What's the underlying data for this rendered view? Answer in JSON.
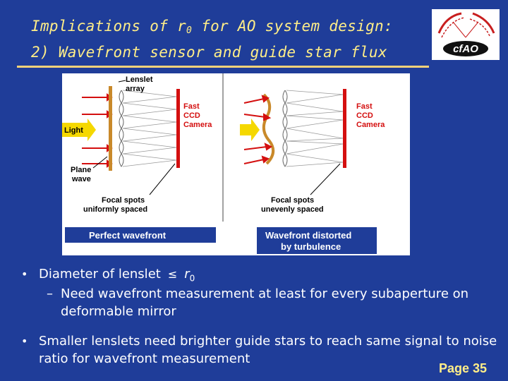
{
  "slide": {
    "title": {
      "line1_before": "Implications of ",
      "line1_symbol": "r",
      "line1_subscript": "0",
      "line1_after": " for AO system design:",
      "line2": "2) Wavefront sensor and guide star flux"
    },
    "logo": {
      "text": "cfAO",
      "icon": "cfao-logo"
    },
    "figure": {
      "left_panel": {
        "label_lenslet_array": [
          "Lenslet",
          "array"
        ],
        "label_light": "Light",
        "label_plane_wave": [
          "Plane",
          "wave"
        ],
        "label_camera": [
          "Fast",
          "CCD",
          "Camera"
        ],
        "label_focal_spots": [
          "Focal spots",
          "uniformly spaced"
        ],
        "caption": "Perfect wavefront"
      },
      "right_panel": {
        "label_camera": [
          "Fast",
          "CCD",
          "Camera"
        ],
        "label_focal_spots": [
          "Focal spots",
          "unevenly spaced"
        ],
        "caption": [
          "Wavefront distorted",
          "by turbulence"
        ]
      }
    },
    "bullets": {
      "b1_text": "Diameter of lenslet",
      "b1_symbol": "≤",
      "b1_r": "r",
      "b1_r_sub": "0",
      "b1_sub": "Need wavefront measurement at least for every subaperture on deformable mirror",
      "b2_text": "Smaller lenslets need brighter guide stars to reach same signal to noise ratio for wavefront measurement"
    },
    "page_number": "Page 35"
  },
  "colors": {
    "background": "#1f3d99",
    "title": "#ffee88",
    "rule": "#f5d27a",
    "caption_box": "#1f3d99",
    "red": "#d40f0f",
    "light_arrow": "#f5d800"
  }
}
